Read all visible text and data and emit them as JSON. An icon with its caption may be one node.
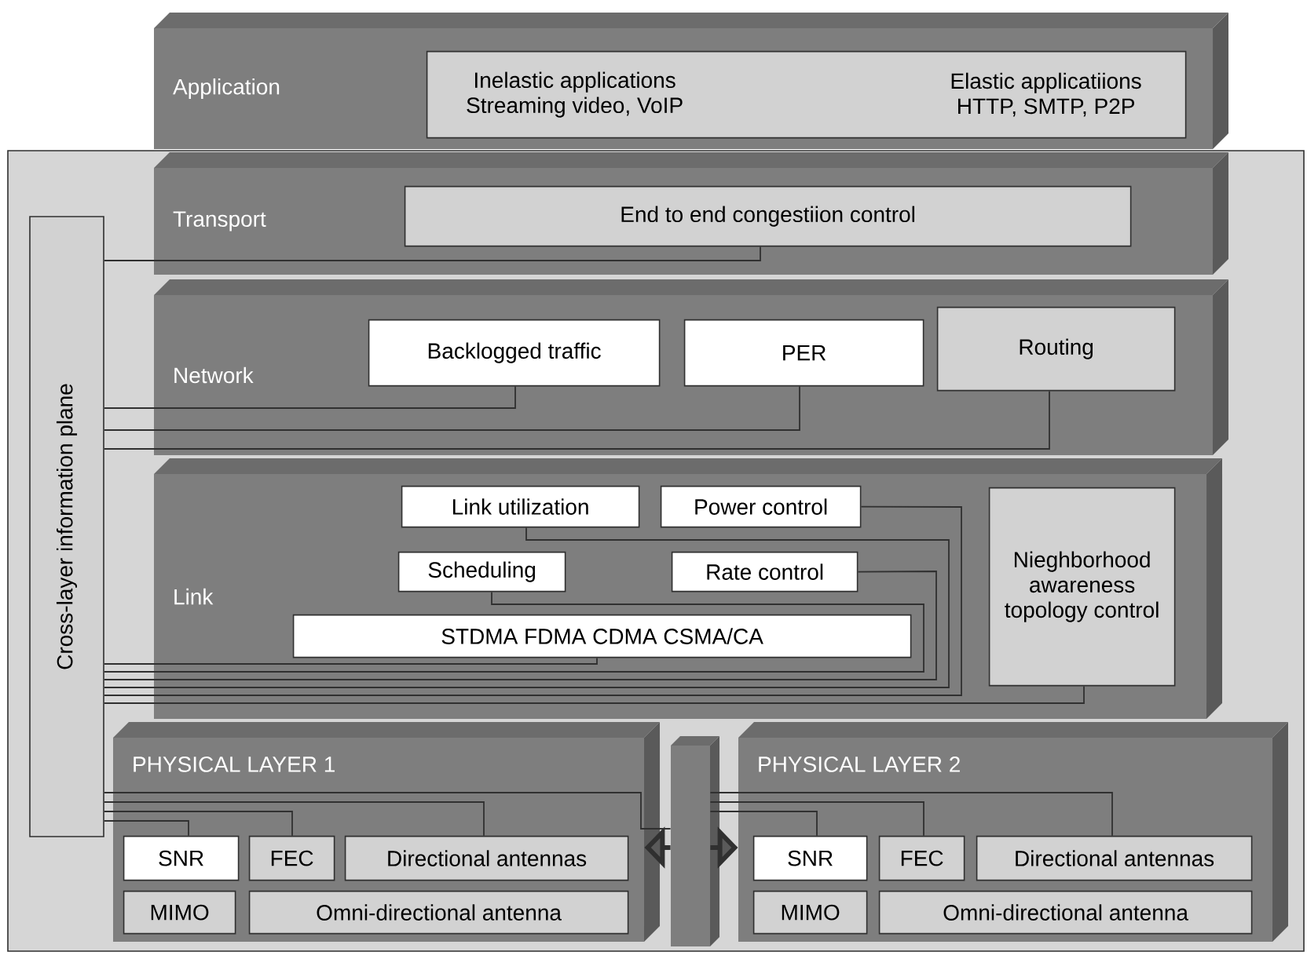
{
  "diagram": {
    "nodes": [
      {
        "text": [
          "Application"
        ]
      },
      {
        "text": [
          "Inelastic applications Streaming video, VoIP",
          "Elastic applicatiions HTTP, SMTP, P2P"
        ],
        "in": 0
      },
      {
        "text": [
          "Cross-layer information plane"
        ]
      },
      {
        "text": [
          "Transport"
        ]
      },
      {
        "text": [
          "End to end congestiion control"
        ],
        "in": 3
      },
      {
        "text": [
          "Network"
        ]
      },
      {
        "text": [
          "Backlogged traffic"
        ],
        "in": 5
      },
      {
        "text": [
          "PER"
        ],
        "in": 5
      },
      {
        "text": [
          "Routing"
        ],
        "in": 5
      },
      {
        "text": [
          "Link"
        ]
      },
      {
        "text": [
          "Link utilization"
        ],
        "in": 9
      },
      {
        "text": [
          "Power control"
        ],
        "in": 9
      },
      {
        "text": [
          "Scheduling"
        ],
        "in": 9
      },
      {
        "text": [
          "Rate control"
        ],
        "in": 9
      },
      {
        "text": [
          "STDMA FDMA CDMA CSMA/CA"
        ],
        "in": 9
      },
      {
        "text": [
          "Nieghborhood awareness topology control"
        ],
        "in": 9
      },
      {
        "text": [
          "PHYSICAL LAYER 1"
        ]
      },
      {
        "text": [
          "SNR"
        ],
        "in": 16
      },
      {
        "text": [
          "FEC"
        ],
        "in": 16
      },
      {
        "text": [
          "Directional antennas"
        ],
        "in": 16
      },
      {
        "text": [
          "MIMO"
        ],
        "in": 16
      },
      {
        "text": [
          "Omni-directional antenna"
        ],
        "in": 16
      },
      {
        "text": [],
        "shape": "bar"
      },
      {
        "text": [
          "PHYSICAL LAYER 2"
        ]
      },
      {
        "text": [
          "SNR"
        ],
        "in": 23
      },
      {
        "text": [
          "FEC"
        ],
        "in": 23
      },
      {
        "text": [
          "Directional antennas"
        ],
        "in": 23
      },
      {
        "text": [
          "MIMO"
        ],
        "in": 23
      },
      {
        "text": [
          "Omni-directional antenna"
        ],
        "in": 23
      }
    ],
    "edges": [
      {
        "from": 2,
        "to": 4,
        "arrow": "none"
      },
      {
        "from": 2,
        "to": 6,
        "arrow": "none"
      },
      {
        "from": 2,
        "to": 7,
        "arrow": "none"
      },
      {
        "from": 2,
        "to": 8,
        "arrow": "none"
      },
      {
        "from": 2,
        "to": 14,
        "arrow": "none"
      },
      {
        "from": 2,
        "to": 12,
        "arrow": "none"
      },
      {
        "from": 2,
        "to": 13,
        "arrow": "none"
      },
      {
        "from": 2,
        "to": 10,
        "arrow": "none"
      },
      {
        "from": 2,
        "to": 11,
        "arrow": "none"
      },
      {
        "from": 2,
        "to": 15,
        "arrow": "none"
      },
      {
        "from": 2,
        "to": 17,
        "arrow": "none"
      },
      {
        "from": 2,
        "to": 18,
        "arrow": "none"
      },
      {
        "from": 2,
        "to": 19,
        "arrow": "none"
      },
      {
        "from": 2,
        "to": 22,
        "arrow": "none"
      },
      {
        "from": 22,
        "to": 16,
        "arrow": "to",
        "style": "thick"
      },
      {
        "from": 22,
        "to": 23,
        "arrow": "to",
        "style": "thick"
      },
      {
        "from": 22,
        "to": 24,
        "arrow": "none"
      },
      {
        "from": 22,
        "to": 25,
        "arrow": "none"
      },
      {
        "from": 22,
        "to": 26,
        "arrow": "none"
      }
    ]
  }
}
